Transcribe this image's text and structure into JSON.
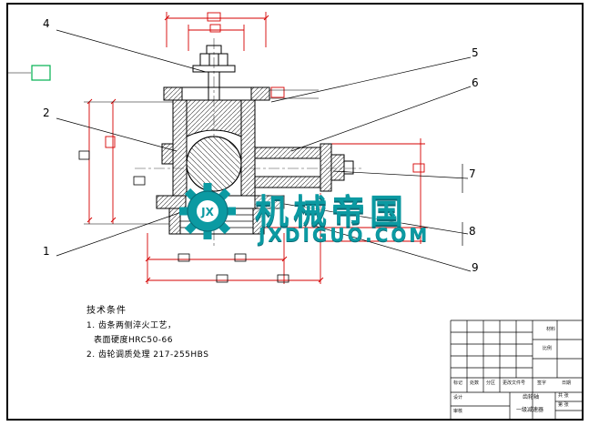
{
  "watermark": {
    "brand": "机械帝国",
    "domain": "JXDIGUO.COM",
    "logo_text": "JX"
  },
  "callouts": {
    "c1": "1",
    "c2": "2",
    "c4": "4",
    "c5": "5",
    "c6": "6",
    "c7": "7",
    "c8": "8",
    "c9": "9"
  },
  "notes": {
    "title": "技术条件",
    "line1": "1. 齿条两侧淬火工艺，",
    "line2": "表面硬度HRC50-66",
    "line3": "2. 齿轮调质处理 217-255HBS"
  },
  "title_block": {
    "revision_labels": [
      "标记",
      "处数",
      "分区",
      "更改文件号",
      "签字",
      "日期"
    ],
    "signature_labels": [
      "设计",
      "审核"
    ],
    "info_labels": [
      "材料",
      "比例",
      "共 张",
      "第 张"
    ],
    "part_name": "齿轮轴",
    "product_name": "一级减速器"
  },
  "colors": {
    "dimension_red": "#d40000",
    "watermark_teal": "#0b9aa2",
    "pickbox_green": "#00b050"
  }
}
